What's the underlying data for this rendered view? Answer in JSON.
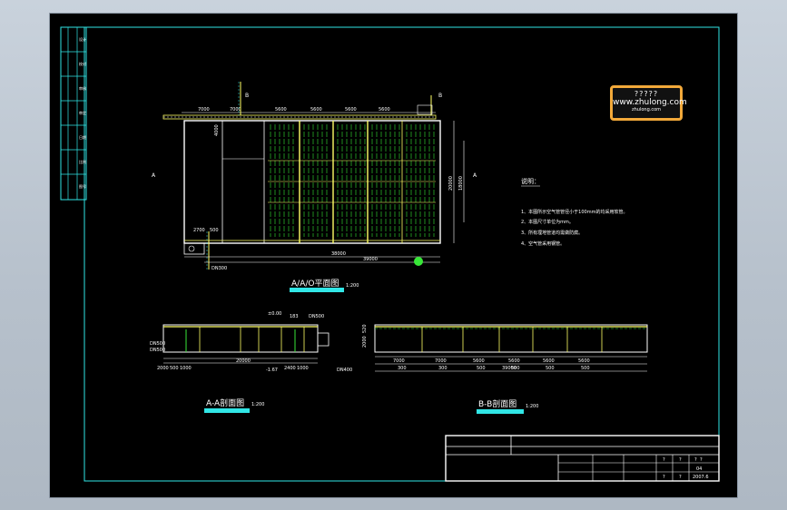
{
  "colors": {
    "background_gradient_top": "#c9d2dc",
    "paper": "#000000",
    "frame": "#31e6e6",
    "text": "#ffffff",
    "accent_yellow": "#ffff66",
    "accent_green": "#37e637",
    "accent_magenta": "#ff55ff"
  },
  "plan": {
    "title": "A/A/O平面图",
    "scale": "1:200",
    "top_dims": [
      "7000",
      "7000",
      "5600",
      "5600",
      "5600",
      "5600"
    ],
    "overall_length": "39000",
    "inner_length": "38000",
    "width_total": "20000",
    "width_inner": "18000",
    "small_dims": [
      "4000",
      "500",
      "2700"
    ],
    "section_marks": [
      "A",
      "A",
      "B",
      "B"
    ],
    "label_pipe": "DN300"
  },
  "section_aa": {
    "title": "A-A剖面图",
    "scale": "1:200",
    "dims_bottom": [
      "2000",
      "500",
      "1000",
      "20000",
      "2400",
      "1000"
    ],
    "elev_top": "±0.00",
    "elev_bottom": "-1.67",
    "labels": [
      "DN500",
      "DN500",
      "DN500",
      "DN400",
      "183"
    ]
  },
  "section_bb": {
    "title": "B-B剖面图",
    "scale": "1:200",
    "dims_top": [
      "7000",
      "7000",
      "5600",
      "5600",
      "5600",
      "5600"
    ],
    "dims_bottom": [
      "300",
      "300",
      "500",
      "500",
      "500",
      "500"
    ],
    "overall": "39000",
    "heights": [
      "2000",
      "520"
    ]
  },
  "notes": {
    "heading": "说明：",
    "items": [
      "1、本图所示空气管管径小于100mm的均采用软管。",
      "2、本图尺寸单位为mm。",
      "3、所有埋地管道均需做防腐。",
      "4、空气管采用钢管。"
    ]
  },
  "watermark": {
    "line1": "?????",
    "line2": "www.zhulong.com",
    "line3": "zhulong.com"
  },
  "title_block": {
    "cells": [
      "?",
      "?",
      "?",
      "?",
      "?",
      "?",
      "?",
      "?"
    ],
    "sheet_no": "04",
    "year": "2007.6"
  },
  "left_strip": {
    "labels": [
      "设计",
      "校对",
      "审核",
      "审定",
      "日期",
      "比例",
      "图号"
    ]
  }
}
